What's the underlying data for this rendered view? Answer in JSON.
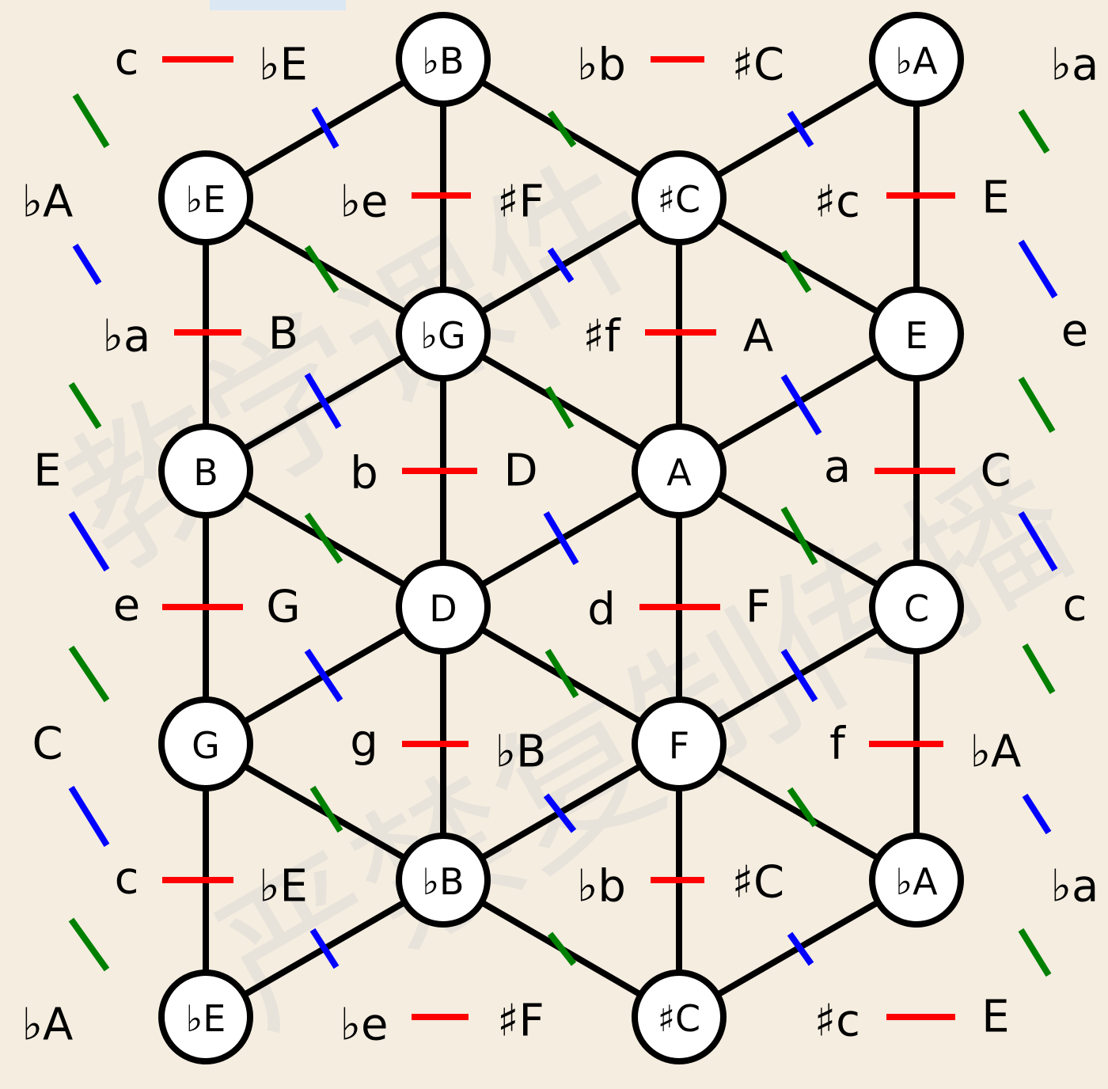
{
  "watermark": {
    "line1": "教学课件",
    "line2": "严禁复制传播"
  },
  "colors": {
    "background": "#f4ede0",
    "edge": "#000000",
    "node_fill": "#ffffff",
    "tick_parallel": "#ff0000",
    "tick_leading": "#0000ff",
    "tick_relative": "#008000"
  },
  "nodes": [
    {
      "id": "bB_top",
      "label": "♭B"
    },
    {
      "id": "bA_top",
      "label": "♭A"
    },
    {
      "id": "bE_1",
      "label": "♭E"
    },
    {
      "id": "sC_1",
      "label": "♯C"
    },
    {
      "id": "bG",
      "label": "♭G"
    },
    {
      "id": "E",
      "label": "E"
    },
    {
      "id": "B",
      "label": "B"
    },
    {
      "id": "A",
      "label": "A"
    },
    {
      "id": "D",
      "label": "D"
    },
    {
      "id": "C",
      "label": "C"
    },
    {
      "id": "G",
      "label": "G"
    },
    {
      "id": "F",
      "label": "F"
    },
    {
      "id": "bB_bot",
      "label": "♭B"
    },
    {
      "id": "bA_bot",
      "label": "♭A"
    },
    {
      "id": "bE_2",
      "label": "♭E"
    },
    {
      "id": "sC_2",
      "label": "♯C"
    }
  ],
  "triangle_labels": [
    {
      "text": "c"
    },
    {
      "text": "♭E"
    },
    {
      "text": "♭b"
    },
    {
      "text": "♯C"
    },
    {
      "text": "♭a"
    },
    {
      "text": "♭A"
    },
    {
      "text": "♭e"
    },
    {
      "text": "♯F"
    },
    {
      "text": "♯c"
    },
    {
      "text": "E"
    },
    {
      "text": "♭a"
    },
    {
      "text": "B"
    },
    {
      "text": "♯f"
    },
    {
      "text": "A"
    },
    {
      "text": "e"
    },
    {
      "text": "E"
    },
    {
      "text": "b"
    },
    {
      "text": "D"
    },
    {
      "text": "a"
    },
    {
      "text": "C"
    },
    {
      "text": "e"
    },
    {
      "text": "G"
    },
    {
      "text": "d"
    },
    {
      "text": "F"
    },
    {
      "text": "c"
    },
    {
      "text": "C"
    },
    {
      "text": "g"
    },
    {
      "text": "♭B"
    },
    {
      "text": "f"
    },
    {
      "text": "♭A"
    },
    {
      "text": "c"
    },
    {
      "text": "♭E"
    },
    {
      "text": "♭b"
    },
    {
      "text": "♯C"
    },
    {
      "text": "♭a"
    },
    {
      "text": "♭A"
    },
    {
      "text": "♭e"
    },
    {
      "text": "♯F"
    },
    {
      "text": "♯c"
    },
    {
      "text": "E"
    }
  ]
}
